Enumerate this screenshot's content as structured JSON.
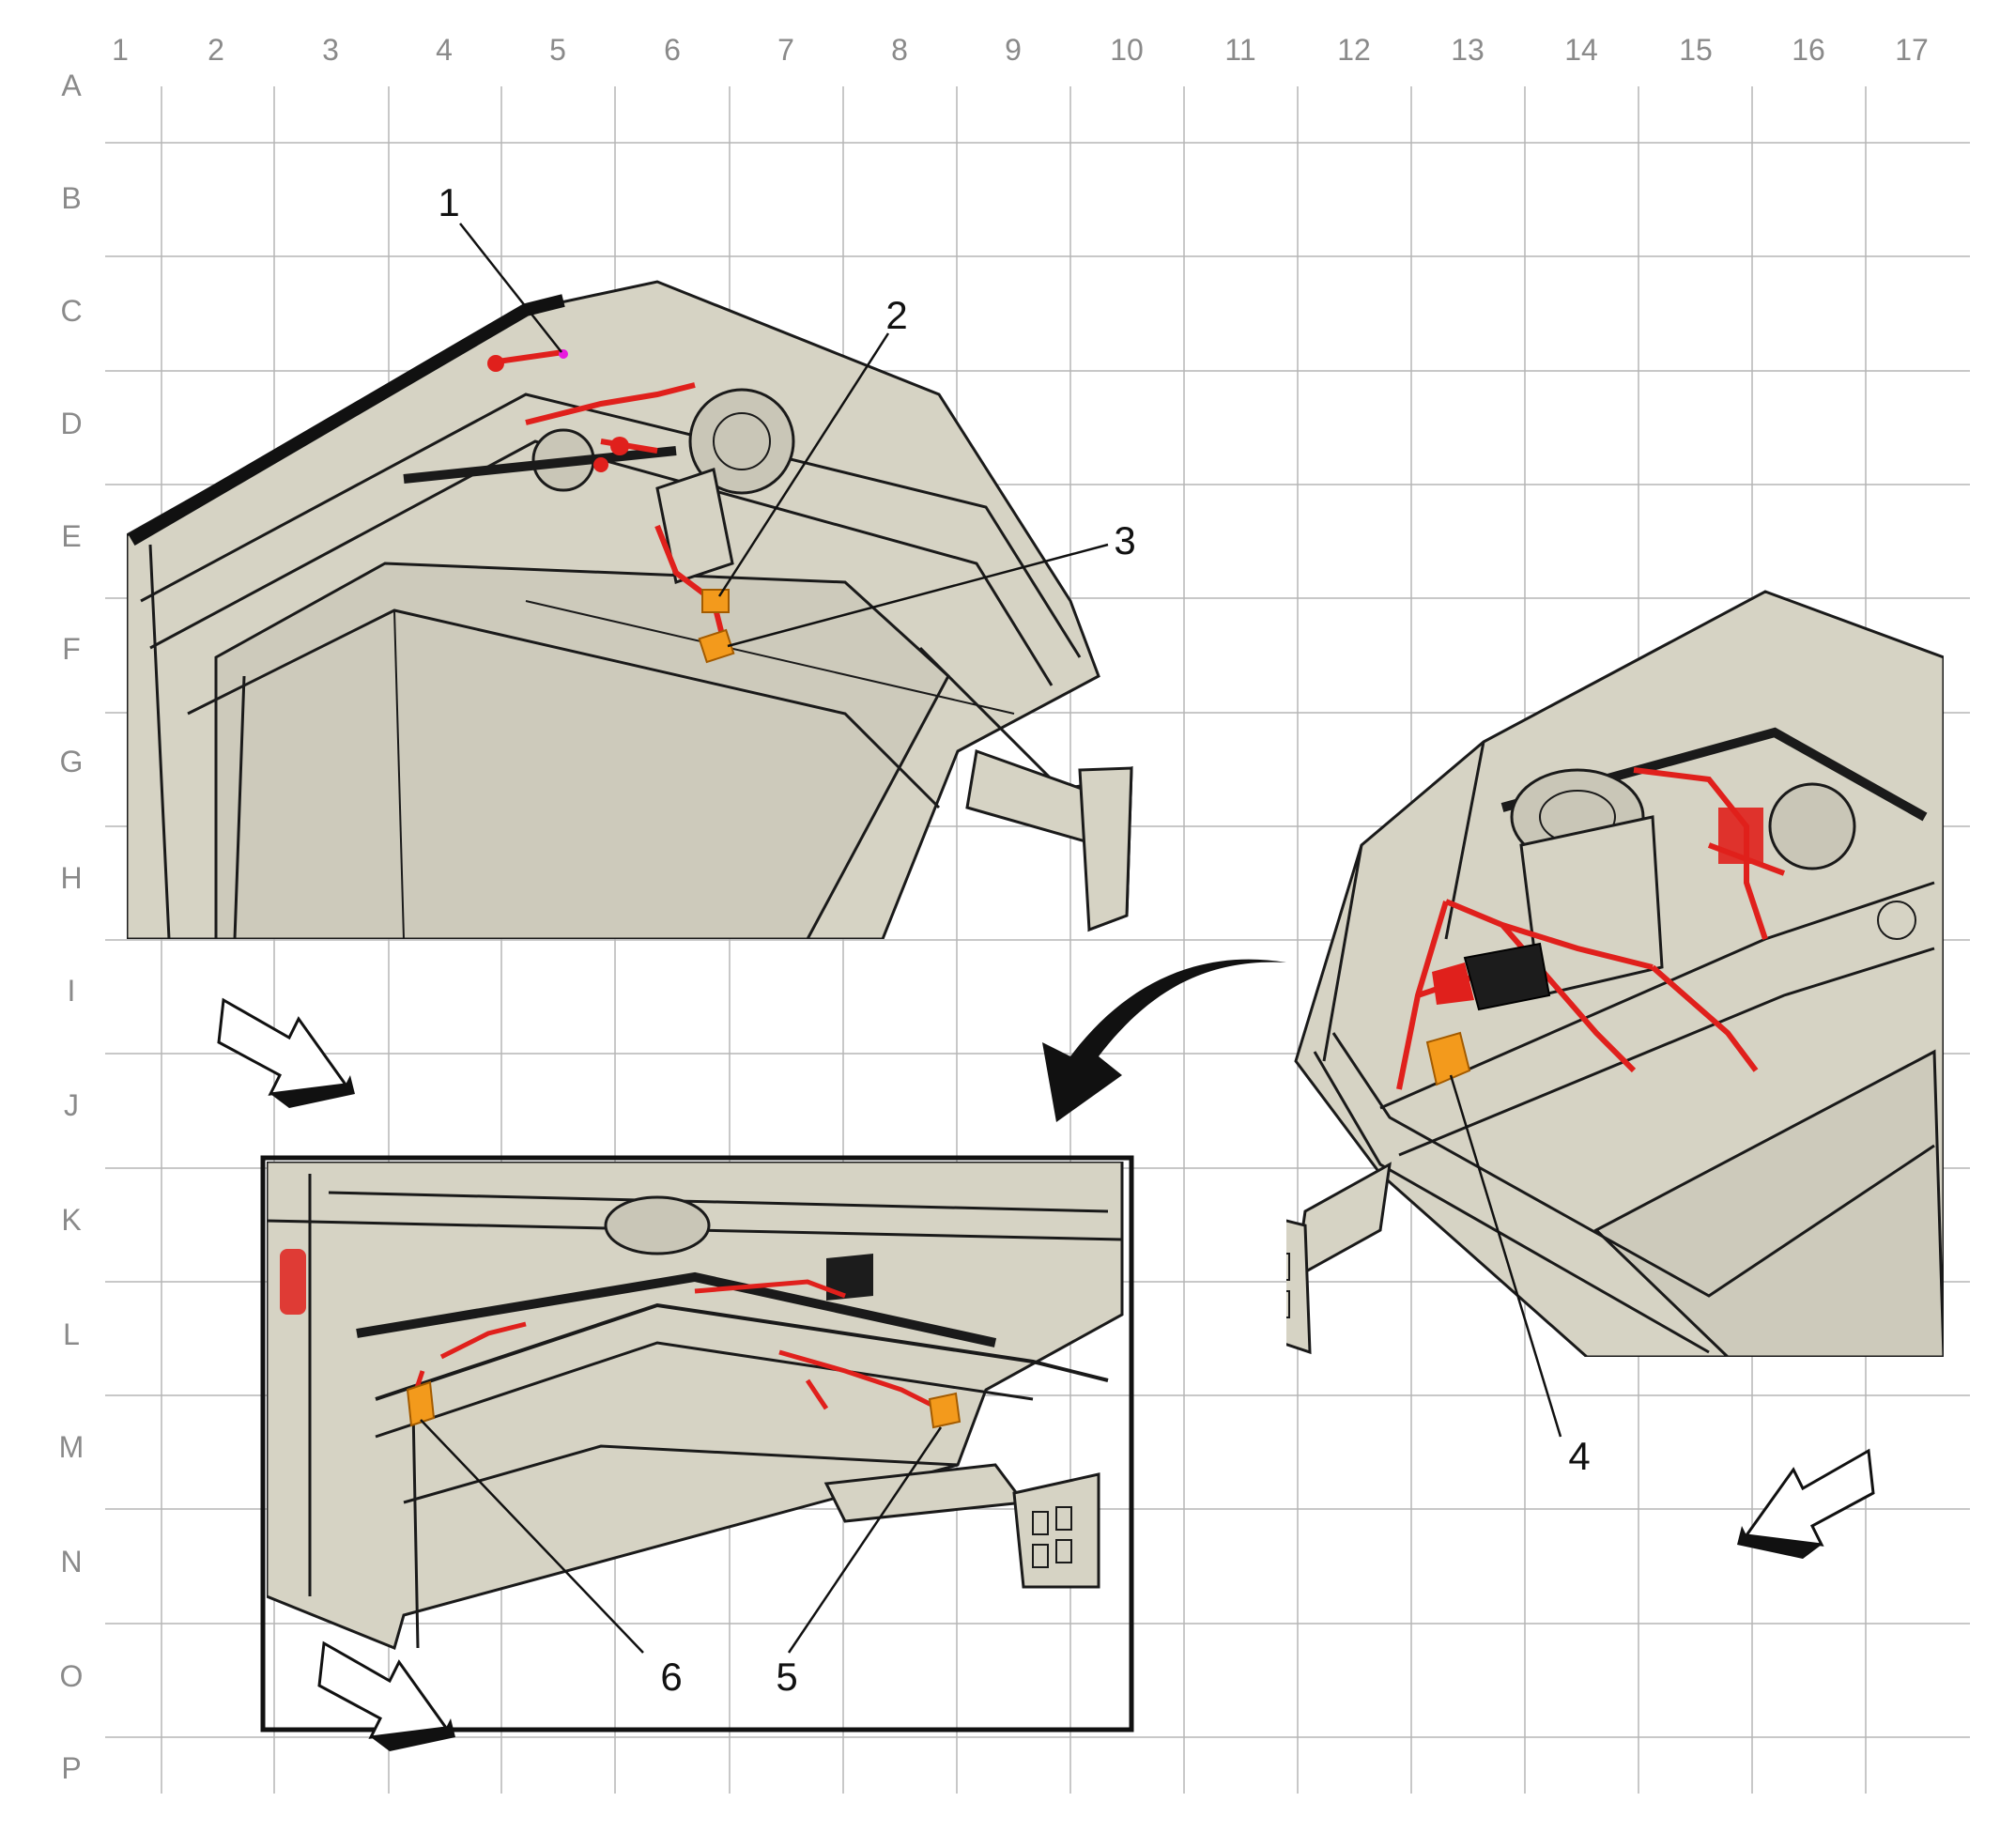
{
  "grid": {
    "columns": [
      "1",
      "2",
      "3",
      "4",
      "5",
      "6",
      "7",
      "8",
      "9",
      "10",
      "11",
      "12",
      "13",
      "14",
      "15",
      "16",
      "17"
    ],
    "rows": [
      "A",
      "B",
      "C",
      "D",
      "E",
      "F",
      "G",
      "H",
      "I",
      "J",
      "K",
      "L",
      "M",
      "N",
      "O",
      "P"
    ]
  },
  "callouts": [
    "1",
    "2",
    "3",
    "4",
    "5",
    "6"
  ],
  "colors": {
    "grid_line": "#b5b5b5",
    "grid_label": "#8a8a8a",
    "body_fill": "#d6d3c4",
    "body_stroke": "#1a1a1a",
    "harness": "#e0201c",
    "connector": "#f39a1c",
    "connector_block": "#1c1c1c"
  },
  "icons": [
    "direction-arrow-icon",
    "rotate-view-arrow-icon"
  ]
}
